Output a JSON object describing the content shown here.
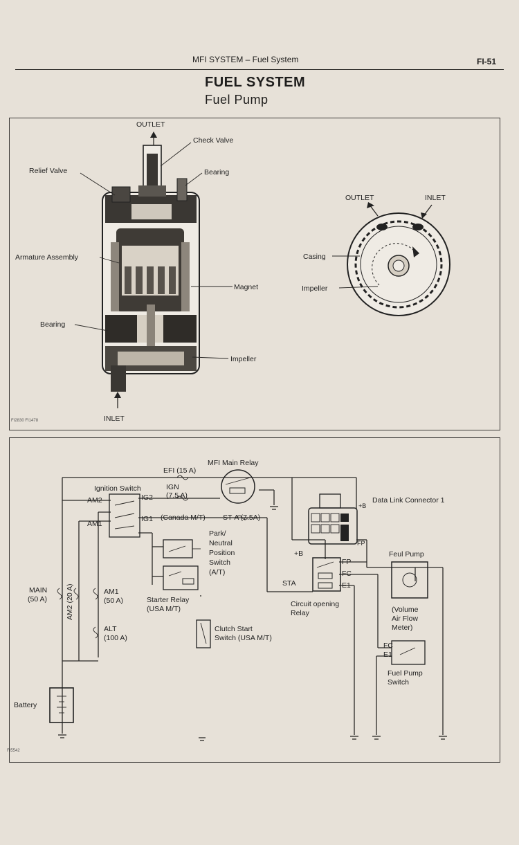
{
  "header": {
    "section": "MFI SYSTEM – Fuel System",
    "page": "FI-51"
  },
  "title": {
    "main": "FUEL SYSTEM",
    "sub": "Fuel Pump"
  },
  "pump_figure": {
    "outlet": "OUTLET",
    "check_valve": "Check Valve",
    "relief_valve": "Relief Valve",
    "bearing_top": "Bearing",
    "armature": "Armature Assembly",
    "magnet": "Magnet",
    "bearing_bottom": "Bearing",
    "impeller": "Impeller",
    "inlet": "INLET",
    "code": "FI2830 FI1478",
    "detail": {
      "outlet": "OUTLET",
      "inlet": "INLET",
      "casing": "Casing",
      "impeller": "Impeller"
    }
  },
  "circuit": {
    "mfi_main_relay": "MFI Main Relay",
    "efi_fuse": "EFI (15 A)",
    "ignition_switch": "Ignition Switch",
    "ign_fuse_1": "IGN",
    "ign_fuse_2": "(7.5 A)",
    "am2": "AM2",
    "ig2": "IG2",
    "am1": "AM1",
    "ig1": "IG1",
    "canada": "(Canada M/T)",
    "sta_fuse": "ST-A (7.5A)",
    "data_link": "Data Link Connector 1",
    "plus_b": "+B",
    "fp": "FP",
    "park_neutral": [
      "Park/",
      "Neutral",
      "Position",
      "Switch",
      "(A/T)"
    ],
    "starter_relay": [
      "Starter Relay",
      "(USA M/T)"
    ],
    "clutch_start": [
      "Clutch Start",
      "Switch (USA M/T)"
    ],
    "main_fuse": [
      "MAIN",
      "(50 A)"
    ],
    "am2_fuse": "AM2 (20 A)",
    "am1_fuse": [
      "AM1",
      "(50 A)"
    ],
    "alt_fuse": [
      "ALT",
      "(100 A)"
    ],
    "battery": "Battery",
    "sta": "STA",
    "relay_plus_b": "+B",
    "relay_fp": "FP",
    "relay_fc": "FC",
    "relay_e1": "E1",
    "circuit_opening_relay": [
      "Circuit opening",
      "Relay"
    ],
    "fuel_pump": "Feul Pump",
    "afm": [
      "(Volume",
      "Air Flow",
      "Meter)"
    ],
    "afm_fc": "FC",
    "afm_e1": "E1",
    "fuel_pump_switch": [
      "Fuel Pump",
      "Switch"
    ],
    "code": "FI5542"
  }
}
